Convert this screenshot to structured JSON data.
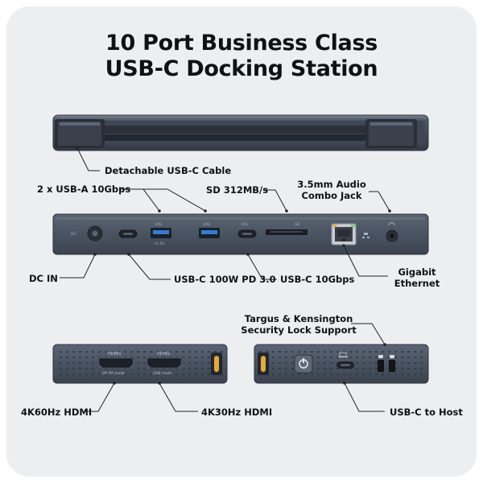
{
  "title": {
    "line1": "10 Port Business Class",
    "line2": "USB-C Docking Station"
  },
  "callouts": {
    "detachable_cable": "Detachable USB-C Cable",
    "usb_a": "2 x USB-A 10Gbps",
    "sd": "SD 312MB/s",
    "audio_line1": "3.5mm Audio",
    "audio_line2": "Combo Jack",
    "dc_in": "DC IN",
    "usbc_pd": "USB-C 100W PD 3.0",
    "usbc_10g": "USB-C 10Gbps",
    "ethernet_line1": "Gigabit",
    "ethernet_line2": "Ethernet",
    "lock_line1": "Targus & Kensington",
    "lock_line2": "Security Lock Support",
    "hdmi_60": "4K60Hz HDMI",
    "hdmi_30": "4K30Hz HDMI",
    "usbc_host": "USB-C to Host"
  },
  "device_marks": {
    "dc": "DC",
    "usb_a_speed": "10G",
    "usb_a_current": "⚡1.5A",
    "usbc_speed": "10G",
    "sd": "SD",
    "hdmi1": "HDMI1",
    "hdmi1_sub": "DP Alt mode",
    "hdmi2": "HDMI2",
    "hdmi2_sub": "USB mode"
  },
  "colors": {
    "device_body": "#4a5361",
    "device_edge": "#3a424f",
    "port_blue": "#2f7fd6",
    "ethernet_led": "#e8b43a",
    "leader_line": "#222222"
  },
  "icons": [
    "power-icon",
    "laptop-icon",
    "lock-icon",
    "ethernet-icon",
    "headphone-icon"
  ]
}
